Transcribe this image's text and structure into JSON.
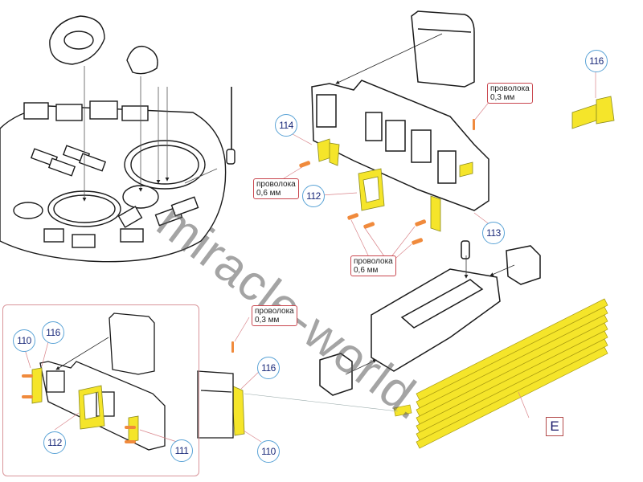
{
  "diagram": {
    "type": "assembly-instructions",
    "watermark": "miracle-world.",
    "colors": {
      "part_highlight": "#f5e52a",
      "wire_pin": "#f08a3c",
      "leader_line": "#d9848a",
      "callout_border": "#5aa3d6",
      "callout_text": "#1a2a7a",
      "note_border": "#c9474f",
      "outline": "#1a1a1a"
    },
    "callouts": {
      "c116_top": "116",
      "c114": "114",
      "c112_main": "112",
      "c113": "113",
      "c110_inset": "110",
      "c116_inset": "116",
      "c112_inset": "112",
      "c111_inset": "111",
      "c116_side": "116",
      "c110_side": "110"
    },
    "notes": {
      "wire_03_top": "проволока\n0,3 мм",
      "wire_06_left": "проволока\n0,6 мм",
      "wire_06_mid": "проволока\n0,6 мм",
      "wire_03_side": "проволока\n0,3 мм"
    },
    "section_label": "E",
    "assemblies": [
      {
        "name": "turret-top-with-hatches"
      },
      {
        "name": "turret-rear-stowage-box"
      },
      {
        "name": "bracket-116"
      },
      {
        "name": "inset-stowage-box-detail"
      },
      {
        "name": "side-view-bracket-detail"
      },
      {
        "name": "rear-engine-deck-with-grille-E"
      }
    ]
  }
}
